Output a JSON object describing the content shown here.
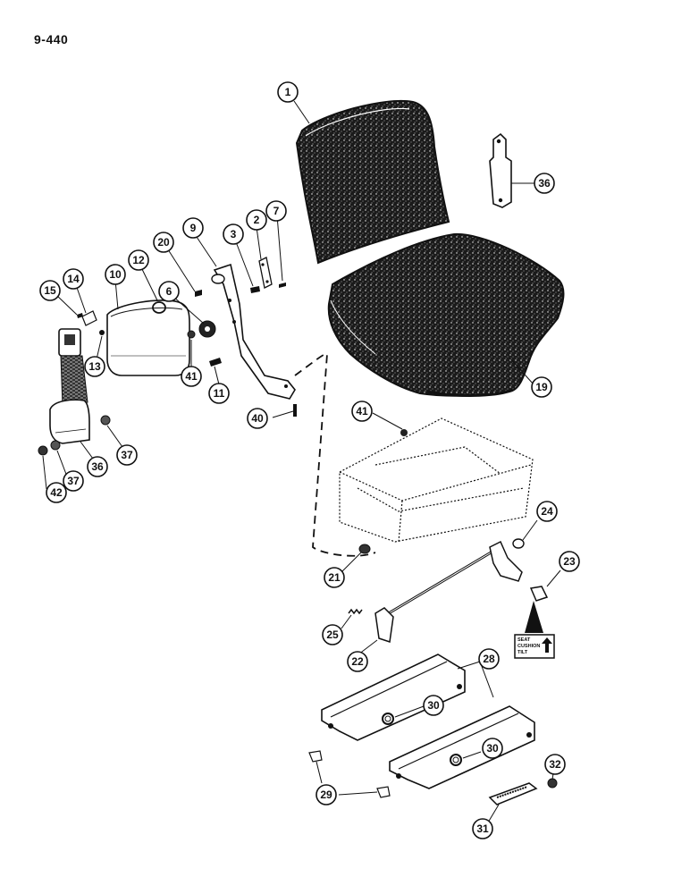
{
  "page": {
    "number": "9-440"
  },
  "decal": {
    "lines": [
      "SEAT",
      "CUSHION",
      "TILT"
    ]
  },
  "callouts": [
    {
      "id": "c-1",
      "label": "1"
    },
    {
      "id": "c-36a",
      "label": "36"
    },
    {
      "id": "c-9",
      "label": "9"
    },
    {
      "id": "c-3",
      "label": "3"
    },
    {
      "id": "c-2",
      "label": "2"
    },
    {
      "id": "c-7",
      "label": "7"
    },
    {
      "id": "c-20",
      "label": "20"
    },
    {
      "id": "c-12",
      "label": "12"
    },
    {
      "id": "c-10",
      "label": "10"
    },
    {
      "id": "c-14",
      "label": "14"
    },
    {
      "id": "c-15",
      "label": "15"
    },
    {
      "id": "c-6",
      "label": "6"
    },
    {
      "id": "c-13",
      "label": "13"
    },
    {
      "id": "c-41a",
      "label": "41"
    },
    {
      "id": "c-11",
      "label": "11"
    },
    {
      "id": "c-40",
      "label": "40"
    },
    {
      "id": "c-37a",
      "label": "37"
    },
    {
      "id": "c-36b",
      "label": "36"
    },
    {
      "id": "c-37b",
      "label": "37"
    },
    {
      "id": "c-42",
      "label": "42"
    },
    {
      "id": "c-19",
      "label": "19"
    },
    {
      "id": "c-41b",
      "label": "41"
    },
    {
      "id": "c-24",
      "label": "24"
    },
    {
      "id": "c-21",
      "label": "21"
    },
    {
      "id": "c-23",
      "label": "23"
    },
    {
      "id": "c-25",
      "label": "25"
    },
    {
      "id": "c-22",
      "label": "22"
    },
    {
      "id": "c-28",
      "label": "28"
    },
    {
      "id": "c-30a",
      "label": "30"
    },
    {
      "id": "c-30b",
      "label": "30"
    },
    {
      "id": "c-32",
      "label": "32"
    },
    {
      "id": "c-29",
      "label": "29"
    },
    {
      "id": "c-31",
      "label": "31"
    }
  ]
}
